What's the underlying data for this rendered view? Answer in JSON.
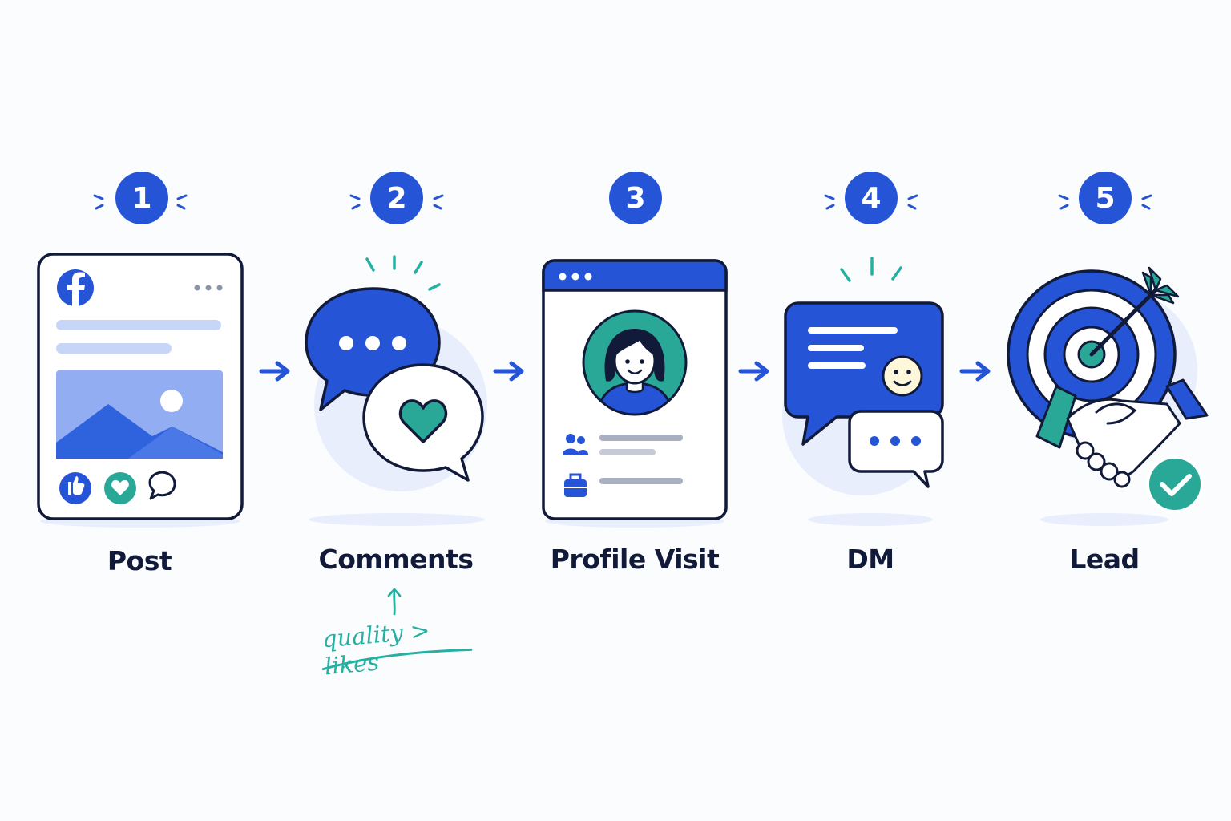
{
  "colors": {
    "primary": "#2555d6",
    "teal": "#2aa897",
    "outline": "#121a3a",
    "light_blue": "#e8eefc",
    "annotation": "#26b0a2"
  },
  "steps": [
    {
      "number": "1",
      "label": "Post",
      "icon": "facebook-post-icon"
    },
    {
      "number": "2",
      "label": "Comments",
      "icon": "chat-bubbles-heart-icon"
    },
    {
      "number": "3",
      "label": "Profile Visit",
      "icon": "profile-window-icon"
    },
    {
      "number": "4",
      "label": "DM",
      "icon": "direct-message-icon"
    },
    {
      "number": "5",
      "label": "Lead",
      "icon": "target-handshake-icon"
    }
  ],
  "annotation": {
    "text": "quality > likes"
  }
}
